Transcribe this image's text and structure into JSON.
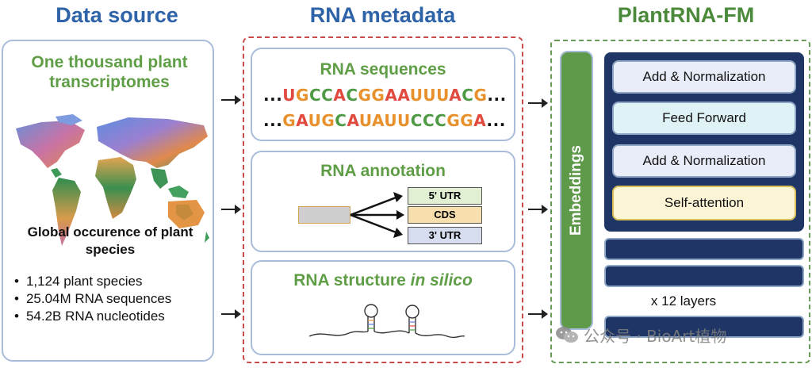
{
  "titles": {
    "data_source": "Data source",
    "rna_metadata": "RNA metadata",
    "plantrna_fm": "PlantRNA-FM"
  },
  "data_source": {
    "heading": "One thousand plant transcriptomes",
    "map_caption": "Global occurence of plant species",
    "stats": [
      "1,124 plant species",
      "25.04M RNA sequences",
      "54.2B RNA nucleotides"
    ]
  },
  "rna_sequences": {
    "title": "RNA sequences",
    "seq1": [
      {
        "t": "...",
        "c": "#111111"
      },
      {
        "t": "U",
        "c": "#e04a3f"
      },
      {
        "t": "G",
        "c": "#e8912c"
      },
      {
        "t": "CC",
        "c": "#4f9b45"
      },
      {
        "t": "A",
        "c": "#e04a3f"
      },
      {
        "t": "C",
        "c": "#4f9b45"
      },
      {
        "t": "GG",
        "c": "#e8912c"
      },
      {
        "t": "AA",
        "c": "#e04a3f"
      },
      {
        "t": "UUU",
        "c": "#e8912c"
      },
      {
        "t": "A",
        "c": "#e04a3f"
      },
      {
        "t": "C",
        "c": "#4f9b45"
      },
      {
        "t": "G",
        "c": "#e8912c"
      },
      {
        "t": "...",
        "c": "#111111"
      }
    ],
    "seq2": [
      {
        "t": "...",
        "c": "#111111"
      },
      {
        "t": "G",
        "c": "#e8912c"
      },
      {
        "t": "A",
        "c": "#e04a3f"
      },
      {
        "t": "U",
        "c": "#e8912c"
      },
      {
        "t": "G",
        "c": "#e8912c"
      },
      {
        "t": "C",
        "c": "#4f9b45"
      },
      {
        "t": "A",
        "c": "#e04a3f"
      },
      {
        "t": "UAUU",
        "c": "#e8912c"
      },
      {
        "t": "CCC",
        "c": "#4f9b45"
      },
      {
        "t": "GG",
        "c": "#e8912c"
      },
      {
        "t": "A",
        "c": "#e04a3f"
      },
      {
        "t": "...",
        "c": "#111111"
      }
    ]
  },
  "rna_annotation": {
    "title": "RNA annotation",
    "utr5": "5' UTR",
    "cds": "CDS",
    "utr3": "3' UTR"
  },
  "rna_structure": {
    "title_main": "RNA structure ",
    "title_italic": "in silico"
  },
  "model": {
    "embeddings": "Embeddings",
    "layers": [
      "Add & Normalization",
      "Feed Forward",
      "Add & Normalization",
      "Self-attention"
    ],
    "repeat": "x 12 layers"
  },
  "watermark": "公众号 · BioArt植物",
  "colors": {
    "title_blue": "#2f63a8",
    "green": "#5f9e46",
    "navy": "#1e3566",
    "red_dash": "#c94a4a",
    "green_dash": "#6a9a57"
  }
}
